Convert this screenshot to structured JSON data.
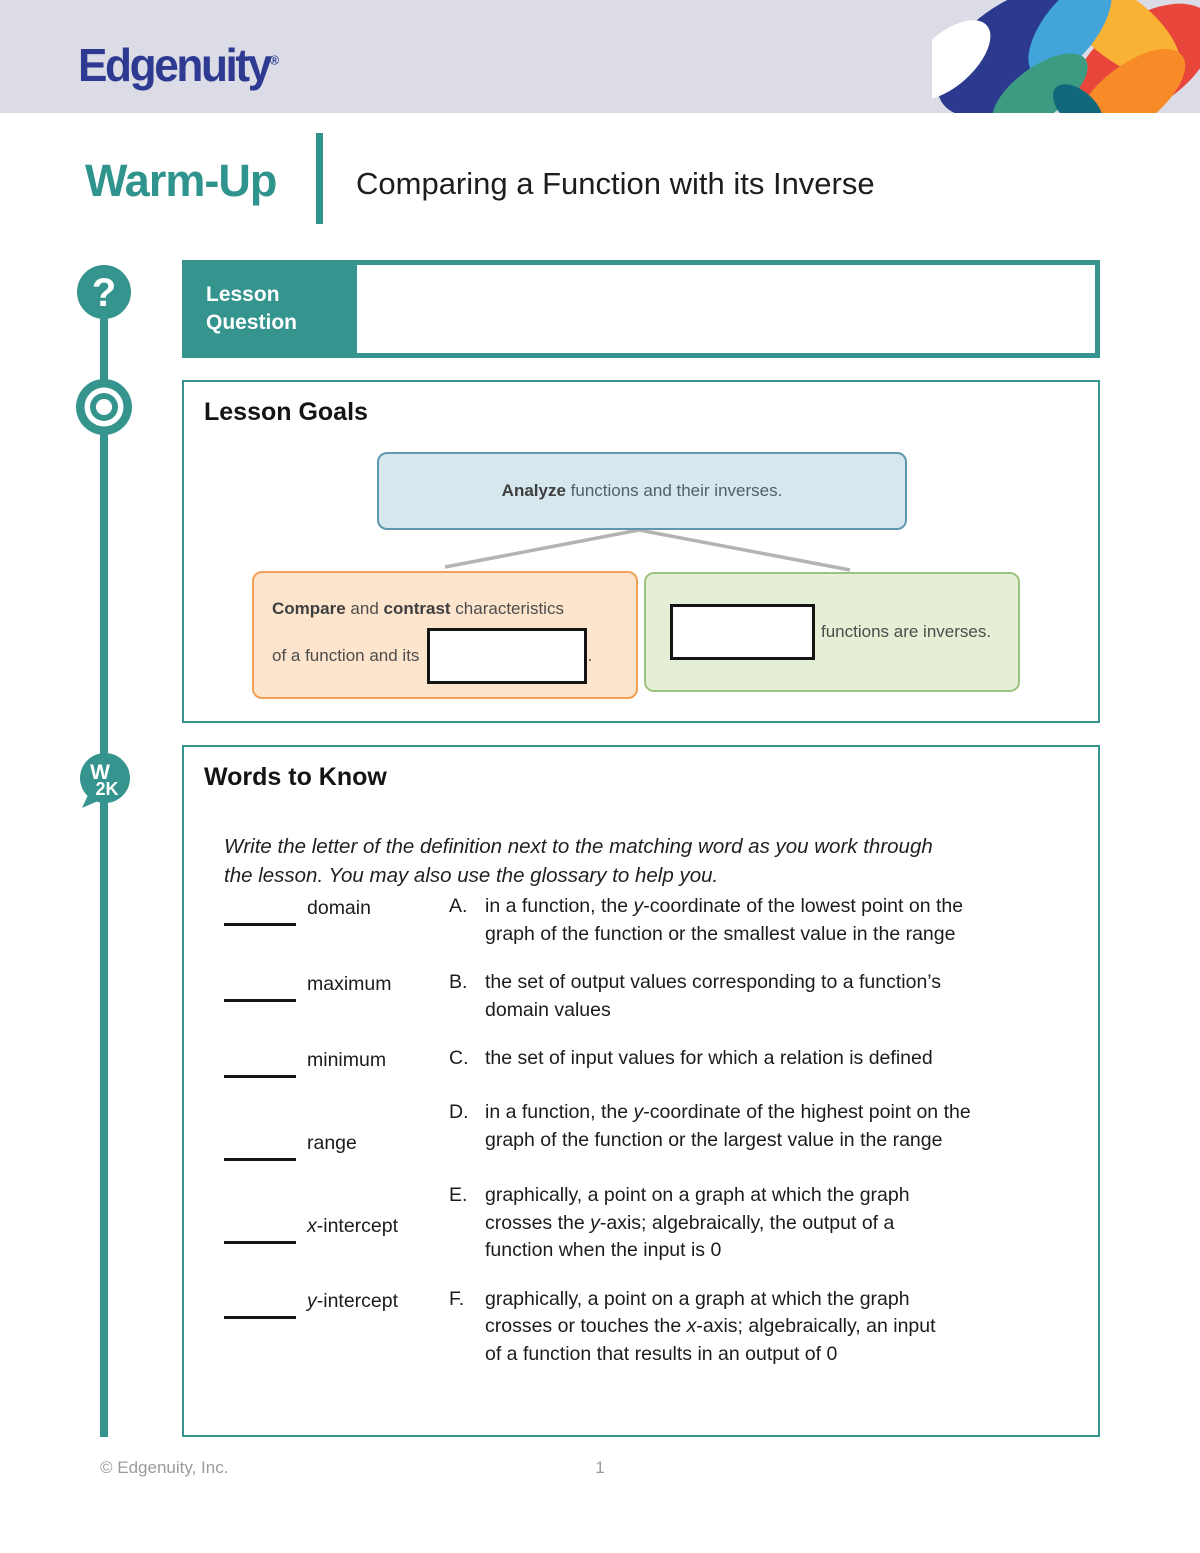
{
  "header": {
    "brand": "Edgenuity",
    "brand_mark": "®"
  },
  "title": {
    "kicker": "Warm-Up",
    "lesson_title": "Comparing a Function with its Inverse"
  },
  "icons": {
    "question_mark": "?",
    "w2k_line1": "W",
    "w2k_line2": "2K"
  },
  "lesson_question": {
    "label_line1": "Lesson",
    "label_line2": "Question"
  },
  "lesson_goals": {
    "heading": "Lesson Goals",
    "root_segments": [
      {
        "t": "Analyze",
        "b": 1
      },
      {
        "t": " functions and their inverses."
      }
    ],
    "compare_line1_segments": [
      {
        "t": "Compare",
        "b": 1
      },
      {
        "t": " and "
      },
      {
        "t": "contrast",
        "b": 1
      },
      {
        "t": " characteristics"
      }
    ],
    "compare_line2_prefix": "of a function and its",
    "compare_suffix": ".",
    "inverse_text": "functions are inverses."
  },
  "words_to_know": {
    "heading": "Words to Know",
    "instruction_lines": [
      [
        {
          "t": "Write the letter of the definition next to the matching word as you work through"
        }
      ],
      [
        {
          "t": "the lesson. You may also use the glossary to help you."
        }
      ]
    ],
    "rows": [
      {
        "term": [
          {
            "t": "domain"
          }
        ],
        "letter": "A.",
        "lines": [
          [
            {
              "t": "in a function, the "
            },
            {
              "t": "y",
              "i": 1
            },
            {
              "t": "-coordinate of the lowest point on the"
            }
          ],
          [
            {
              "t": "graph of the function or the smallest value in the range"
            }
          ]
        ]
      },
      {
        "term": [
          {
            "t": "maximum"
          }
        ],
        "letter": "B.",
        "lines": [
          [
            {
              "t": "the set of output values corresponding to a function’s"
            }
          ],
          [
            {
              "t": "domain values"
            }
          ]
        ]
      },
      {
        "term": [
          {
            "t": "minimum"
          }
        ],
        "letter": "C.",
        "lines": [
          [
            {
              "t": "the set of input values for which a relation is defined"
            }
          ]
        ]
      },
      {
        "term": [
          {
            "t": "range"
          }
        ],
        "letter": "D.",
        "lines": [
          [
            {
              "t": "in a function, the "
            },
            {
              "t": "y",
              "i": 1
            },
            {
              "t": "-coordinate of the highest point on the"
            }
          ],
          [
            {
              "t": "graph of the function or the largest value in the range"
            }
          ]
        ]
      },
      {
        "term": [
          {
            "t": "x",
            "i": 1
          },
          {
            "t": "-intercept"
          }
        ],
        "letter": "E.",
        "lines": [
          [
            {
              "t": "graphically, a point on a graph at which the graph"
            }
          ],
          [
            {
              "t": "crosses the "
            },
            {
              "t": "y",
              "i": 1
            },
            {
              "t": "-axis; algebraically, the output of a"
            }
          ],
          [
            {
              "t": "function when the input is 0"
            }
          ]
        ]
      },
      {
        "term": [
          {
            "t": "y",
            "i": 1
          },
          {
            "t": "-intercept"
          }
        ],
        "letter": "F.",
        "lines": [
          [
            {
              "t": "graphically, a point on a graph at which the graph"
            }
          ],
          [
            {
              "t": "crosses or touches the "
            },
            {
              "t": "x",
              "i": 1
            },
            {
              "t": "-axis; algebraically, an input"
            }
          ],
          [
            {
              "t": "of a function that results in an output of 0"
            }
          ]
        ]
      }
    ]
  },
  "footer": {
    "copyright": "© Edgenuity, Inc.",
    "page_number": "1"
  },
  "colors": {
    "accent_teal": "#35948e",
    "header_band": "#dbdce6",
    "brand_blue": "#2e3a92",
    "root_node_fill": "#d7e7ee",
    "root_node_border": "#5e98ae",
    "compare_node_fill": "#fce4cd",
    "compare_node_border": "#f2a055",
    "inverse_node_fill": "#e4efd5",
    "inverse_node_border": "#9cc37d",
    "connector_gray": "#b3b3b3",
    "footer_gray": "#9b9b9b"
  }
}
